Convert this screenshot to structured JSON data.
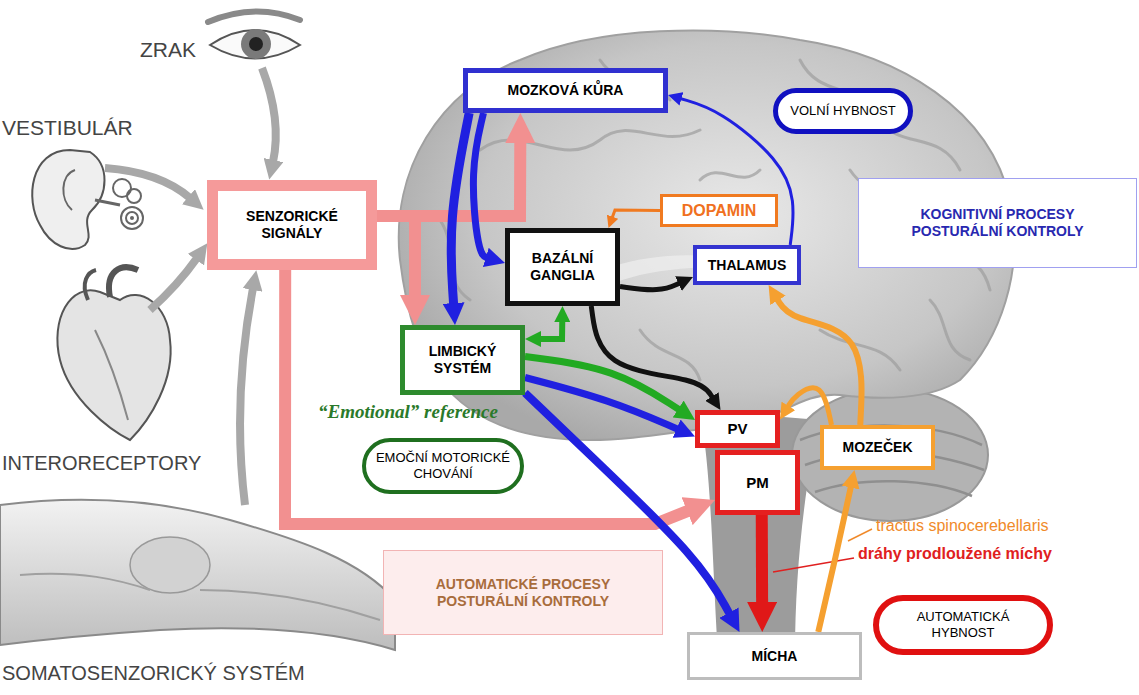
{
  "diagram": {
    "nodes": [
      {
        "text": [
          "MOZKOVÁ KŮRA"
        ]
      },
      {
        "text": [
          "VOLNÍ HYBNOST"
        ]
      },
      {
        "text": [
          "KOGNITIVNÍ PROCESY POSTURÁLNÍ KONTROLY"
        ]
      },
      {
        "text": [
          "SENZORICKÉ SIGNÁLY"
        ]
      },
      {
        "text": [
          "DOPAMIN"
        ]
      },
      {
        "text": [
          "BAZÁLNÍ GANGLIA"
        ]
      },
      {
        "text": [
          "THALAMUS"
        ]
      },
      {
        "text": [
          "LIMBICKÝ SYSTÉM"
        ]
      },
      {
        "text": [
          "PV"
        ]
      },
      {
        "text": [
          "MOZEČEK"
        ]
      },
      {
        "text": [
          "EMOČNÍ MOTORICKÉ CHOVÁNÍ"
        ]
      },
      {
        "text": [
          "PM"
        ]
      },
      {
        "text": [
          "AUTOMATICKÉ PROCESY POSTURÁLNÍ KONTROLY"
        ]
      },
      {
        "text": [
          "AUTOMATICKÁ HYBNOST"
        ]
      },
      {
        "text": [
          "MÍCHA"
        ]
      }
    ],
    "edges": [
      {
        "from": 3,
        "to": 0,
        "arrow": "to"
      },
      {
        "from": 3,
        "to": 7,
        "arrow": "to"
      },
      {
        "from": 3,
        "to": 11,
        "arrow": "to"
      },
      {
        "from": 0,
        "to": 5,
        "arrow": "to"
      },
      {
        "from": 0,
        "to": 7,
        "arrow": "to"
      },
      {
        "from": 7,
        "to": 8,
        "arrow": "to"
      },
      {
        "from": 7,
        "to": 14,
        "arrow": "to"
      },
      {
        "from": 7,
        "to": 5,
        "arrow": "both"
      },
      {
        "from": 7,
        "to": 8,
        "arrow": "to"
      },
      {
        "from": 5,
        "to": 6,
        "arrow": "to"
      },
      {
        "from": 5,
        "to": 8,
        "arrow": "to"
      },
      {
        "from": 4,
        "to": 5,
        "arrow": "to"
      },
      {
        "from": 6,
        "to": 0,
        "arrow": "to"
      },
      {
        "from": 9,
        "to": 6,
        "arrow": "to"
      },
      {
        "from": 9,
        "to": 8,
        "arrow": "to"
      },
      {
        "from": 14,
        "to": 9,
        "arrow": "to",
        "label": "tractus spinocerebellaris"
      },
      {
        "from": 11,
        "to": 14,
        "arrow": "to",
        "label": "dráhy prodloužené míchy"
      }
    ],
    "labels": [
      "ZRAK",
      "VESTIBULÁR",
      "INTERORECEPTORY",
      "SOMATOSENZORICKÝ SYSTÉM",
      "“Emotional” reference"
    ]
  }
}
